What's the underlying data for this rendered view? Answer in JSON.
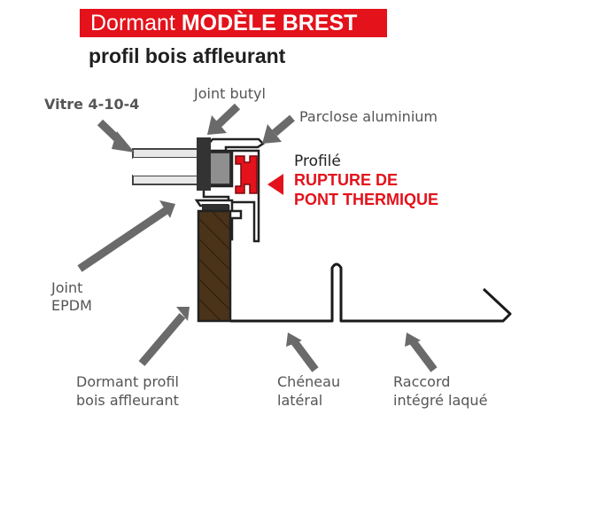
{
  "header": {
    "title_part1": "Dormant ",
    "title_part2": "MODÈLE BREST",
    "subtitle": "profil bois affleurant"
  },
  "labels": {
    "vitre": "Vitre 4-10-4",
    "joint_butyl": "Joint butyl",
    "parclose": "Parclose aluminium",
    "profile": "Profilé",
    "rupture_line1": "RUPTURE DE",
    "rupture_line2": "PONT THERMIQUE",
    "joint_epdm_line1": "Joint",
    "joint_epdm_line2": "EPDM",
    "dormant_line1": "Dormant profil",
    "dormant_line2": "bois affleurant",
    "cheneau_line1": "Chéneau",
    "cheneau_line2": "latéral",
    "raccord_line1": "Raccord",
    "raccord_line2": "intégré laqué"
  },
  "colors": {
    "brand_red": "#e3121b",
    "arrow_gray": "#6a6a6a",
    "wood": "#4a3319",
    "glass": "#e6e6e6",
    "spacer": "#8c8c8c"
  },
  "icons": {
    "pointer": "gray-callout-arrow",
    "red_pointer": "red-triangle-arrow"
  }
}
